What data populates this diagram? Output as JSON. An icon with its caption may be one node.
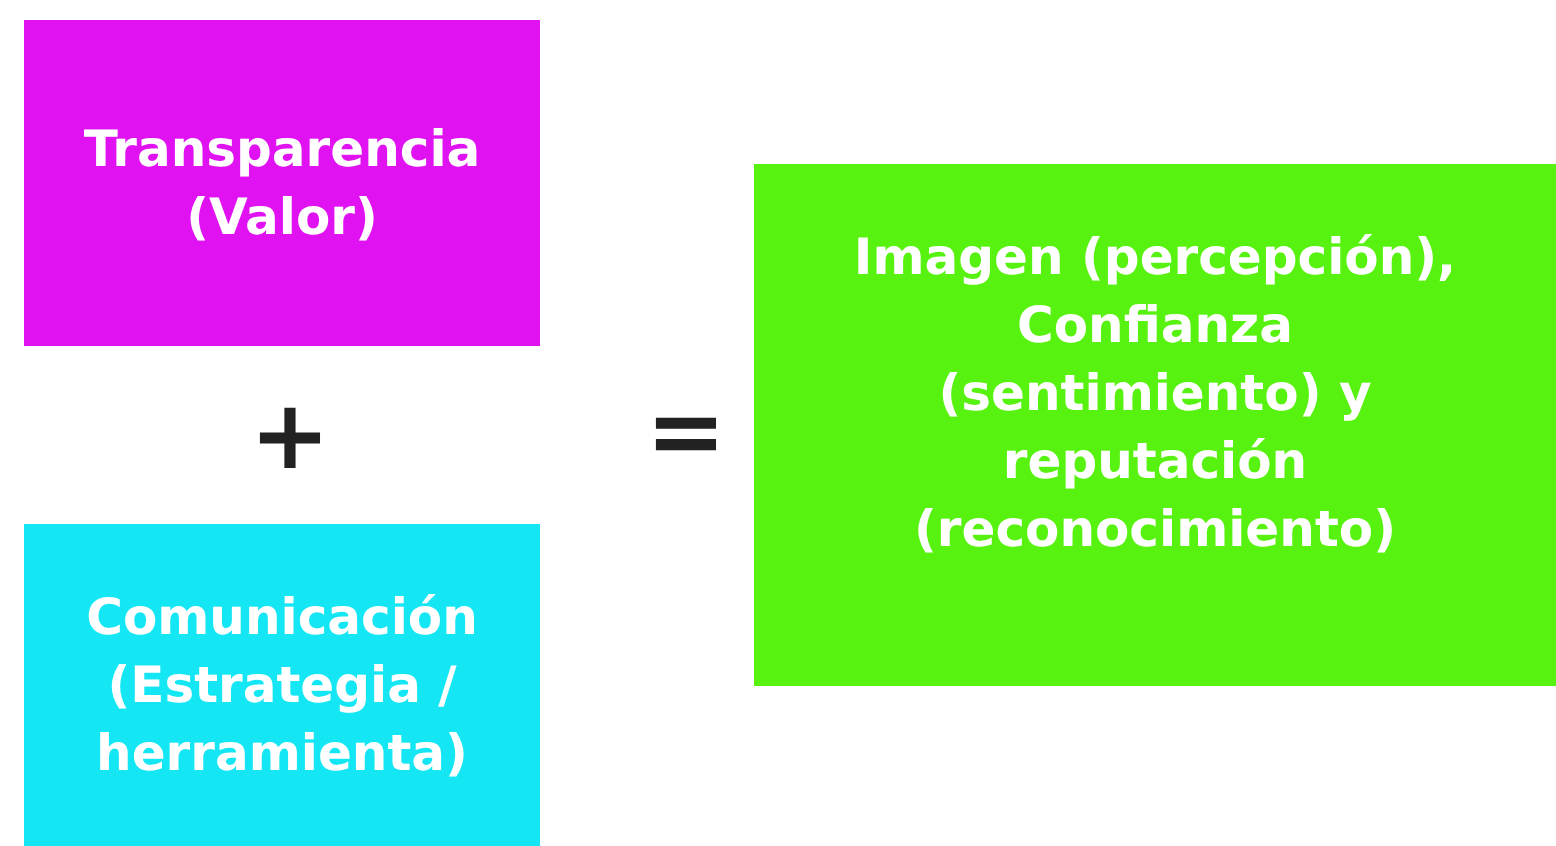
{
  "diagram": {
    "nodes": [
      {
        "text": [
          "Transparencia (Valor)"
        ]
      },
      {
        "text": [
          "Comunicación (Estrategia / herramienta)"
        ]
      },
      {
        "text": [
          "Imagen (percepción), Confianza (sentimiento) y reputación (reconocimiento)"
        ]
      }
    ],
    "labels": [
      "+",
      "="
    ]
  }
}
